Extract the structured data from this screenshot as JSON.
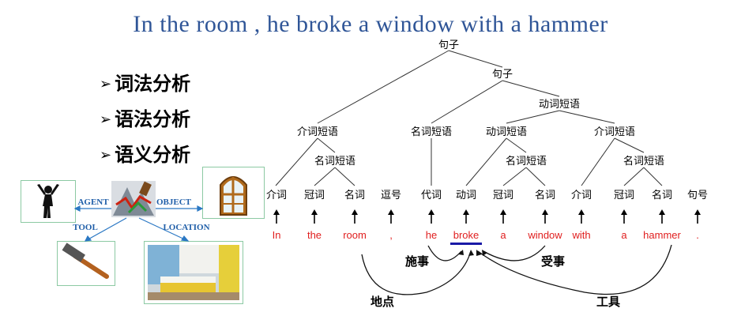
{
  "title": "In the room , he broke a window with a hammer",
  "bullets": [
    "词法分析",
    "语法分析",
    "语义分析"
  ],
  "case_frame": {
    "agent": "AGENT",
    "object": "OBJECT",
    "tool": "TOOL",
    "location": "LOCATION"
  },
  "tree": {
    "root": "句子",
    "sentence2": "句子",
    "verb_phrase_top": "动词短语",
    "prep_phrase_1": "介词短语",
    "noun_phrase_1": "名词短语",
    "noun_phrase_he": "名词短语",
    "verb_phrase_2": "动词短语",
    "noun_phrase_2": "名词短语",
    "prep_phrase_2": "介词短语",
    "noun_phrase_3": "名词短语",
    "pos_tags": [
      "介词",
      "冠词",
      "名词",
      "逗号",
      "代词",
      "动词",
      "冠词",
      "名词",
      "介词",
      "冠词",
      "名词",
      "句号"
    ],
    "words": [
      "In",
      "the",
      "room",
      ",",
      "he",
      "broke",
      "a",
      "window",
      "with",
      "a",
      "hammer",
      "."
    ]
  },
  "relations": {
    "agent": "施事",
    "patient": "受事",
    "location": "地点",
    "tool": "工具"
  },
  "colors": {
    "title": "#2f5597",
    "words": "#e01e1e",
    "underline": "#1a1aa6",
    "box_border": "#8cc9a3",
    "role_text": "#1f5ea8"
  }
}
